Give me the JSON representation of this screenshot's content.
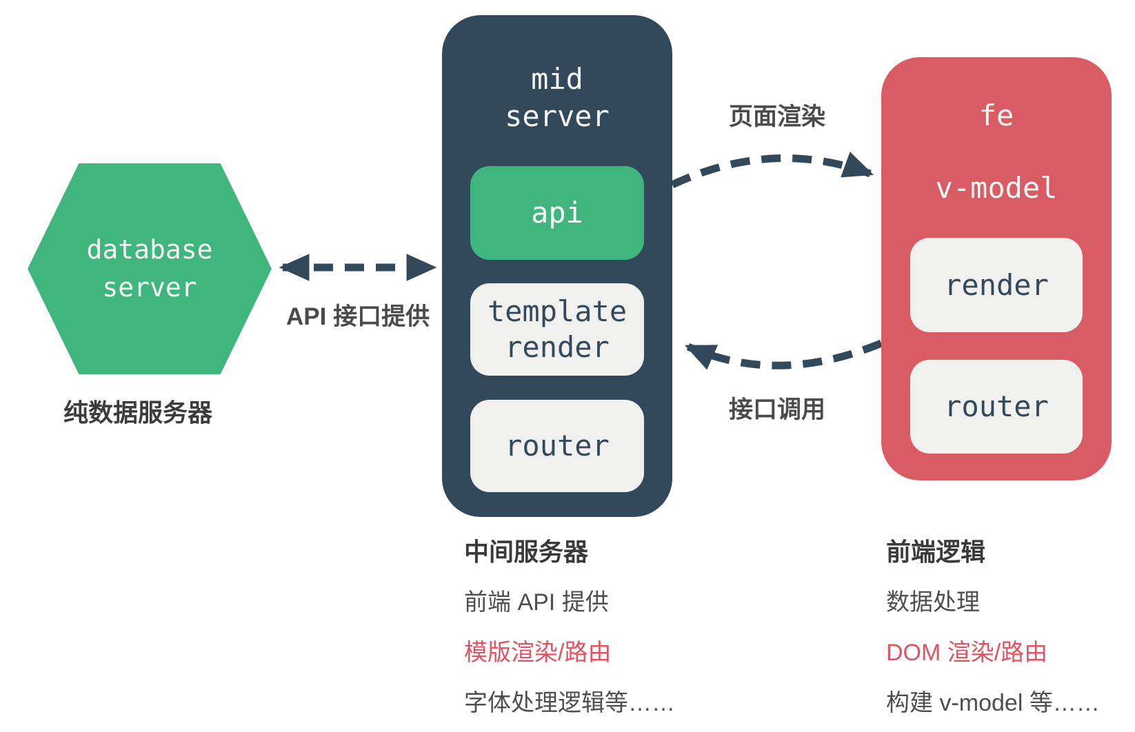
{
  "colors": {
    "green": "#40b57e",
    "navy": "#32495b",
    "red": "#d95b64",
    "chip_bg": "#f0f0ef",
    "chip_text": "#33495c",
    "note_red_text": "#e0535f",
    "note_gray_text": "#4e4e4e"
  },
  "database": {
    "line1": "database",
    "line2": "server",
    "caption": "纯数据服务器"
  },
  "mid": {
    "title_line1": "mid",
    "title_line2": "server",
    "api_label": "api",
    "template_label": "template render",
    "router_label": "router"
  },
  "fe": {
    "title_line1": "fe",
    "title_line2": "v-model",
    "render_label": "render",
    "router_label": "router"
  },
  "arrows": {
    "db_mid_label": "API 接口提供",
    "page_render_label": "页面渲染",
    "api_call_label": "接口调用"
  },
  "notes": {
    "mid": {
      "heading": "中间服务器",
      "line1": "前端 API 提供",
      "line2": "模版渲染/路由",
      "line3": "字体处理逻辑等……"
    },
    "fe": {
      "heading": "前端逻辑",
      "line1": "数据处理",
      "line2": "DOM 渲染/路由",
      "line3": "构建 v-model 等……"
    }
  }
}
